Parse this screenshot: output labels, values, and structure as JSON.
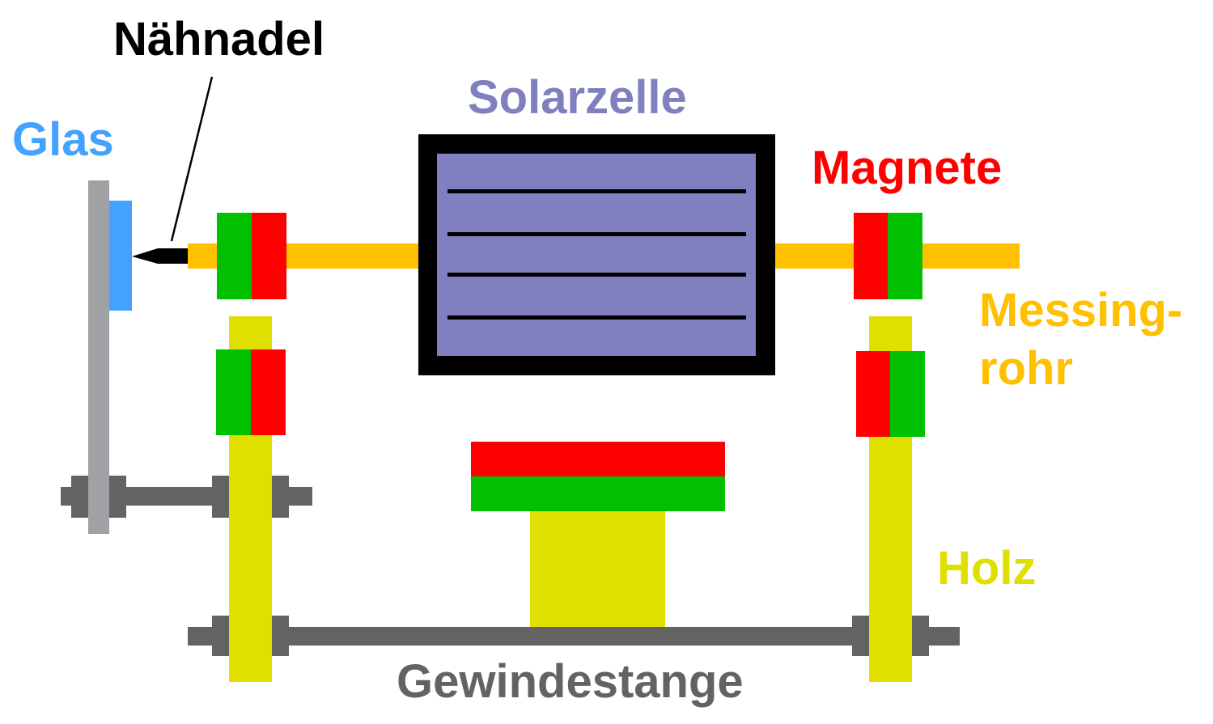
{
  "labels": {
    "needle": "Nähnadel",
    "glass": "Glas",
    "solar_cell": "Solarzelle",
    "magnets": "Magnete",
    "brass_tube_1": "Messing-",
    "brass_tube_2": "rohr",
    "wood": "Holz",
    "threaded_rod": "Gewindestange"
  },
  "colors": {
    "glass": "#44a2ff",
    "glass_holder": "#a0a1a5",
    "solar": "#8080c0",
    "magnet_red": "#ff0000",
    "magnet_green": "#00c000",
    "brass": "#ffc000",
    "wood": "#dfdf00",
    "rod": "#636363"
  }
}
